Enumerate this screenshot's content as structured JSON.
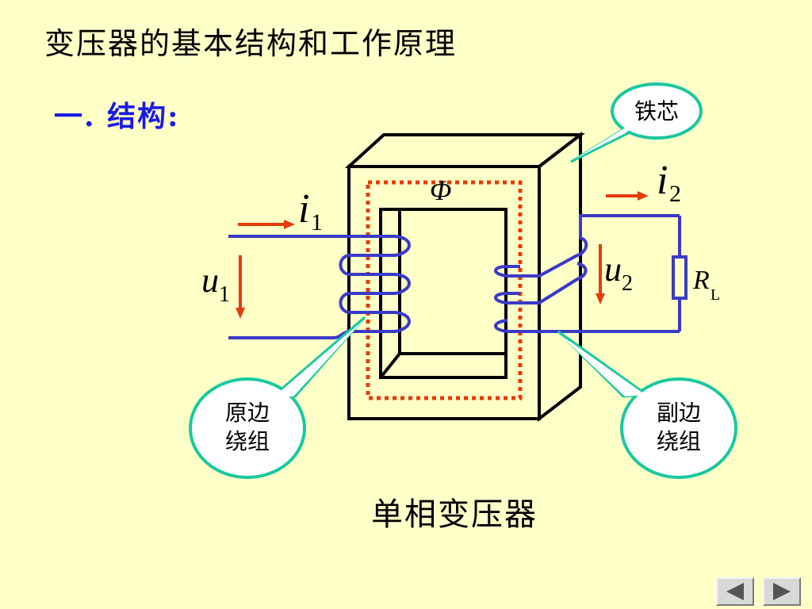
{
  "slide": {
    "title": "变压器的基本结构和工作原理",
    "section_heading": "一. 结构:",
    "caption": "单相变压器"
  },
  "diagram": {
    "callouts": {
      "core": "铁芯",
      "primary_line1": "原边",
      "primary_line2": "绕组",
      "secondary_line1": "副边",
      "secondary_line2": "绕组"
    },
    "symbols": {
      "flux": "Φ",
      "i1": "i",
      "i1_sub": "1",
      "i2": "i",
      "i2_sub": "2",
      "u1": "u",
      "u1_sub": "1",
      "u2": "u",
      "u2_sub": "2",
      "load": "R",
      "load_sub": "L"
    }
  },
  "colors": {
    "background": "#ffffc8",
    "heading": "#1a1ae6",
    "winding": "#3a3ac8",
    "arrow": "#e63c0a",
    "flux_path": "#e63c0a",
    "callout_border": "#19c8a0"
  },
  "nav": {
    "prev_icon": "triangle-left-icon",
    "next_icon": "triangle-right-icon"
  }
}
